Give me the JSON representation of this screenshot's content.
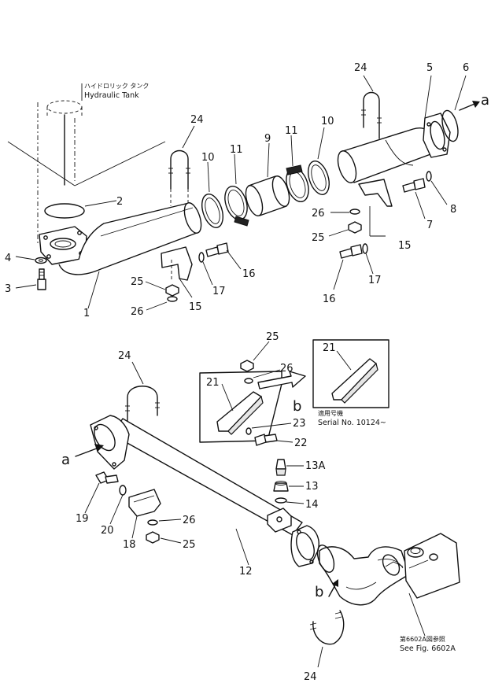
{
  "notes": {
    "hydraulic_tank_jp": "ハイドロリック タンク",
    "hydraulic_tank_en": "Hydraulic Tank",
    "serial_jp": "適用号機",
    "serial_en": "Serial No. 10124~",
    "see_fig_jp": "第6602A図参照",
    "see_fig_en": "See Fig. 6602A"
  },
  "letters": {
    "a_top": "a",
    "b_top": "b",
    "a_bottom": "a",
    "b_bottom": "b"
  },
  "parts": {
    "p1": "1",
    "p2": "2",
    "p3": "3",
    "p4": "4",
    "p5": "5",
    "p6": "6",
    "p7": "7",
    "p8": "8",
    "p9": "9",
    "p10a": "10",
    "p10b": "10",
    "p11a": "11",
    "p11b": "11",
    "p12": "12",
    "p13": "13",
    "p13a": "13A",
    "p14": "14",
    "p15a": "15",
    "p15b": "15",
    "p16a": "16",
    "p16b": "16",
    "p17a": "17",
    "p17b": "17",
    "p18": "18",
    "p19": "19",
    "p20": "20",
    "p21a": "21",
    "p21b": "21",
    "p22": "22",
    "p23": "23",
    "p24a": "24",
    "p24b": "24",
    "p24c": "24",
    "p24d": "24",
    "p25a": "25",
    "p25b": "25",
    "p25c": "25",
    "p25d": "25",
    "p26a": "26",
    "p26b": "26",
    "p26c": "26",
    "p26d": "26"
  }
}
